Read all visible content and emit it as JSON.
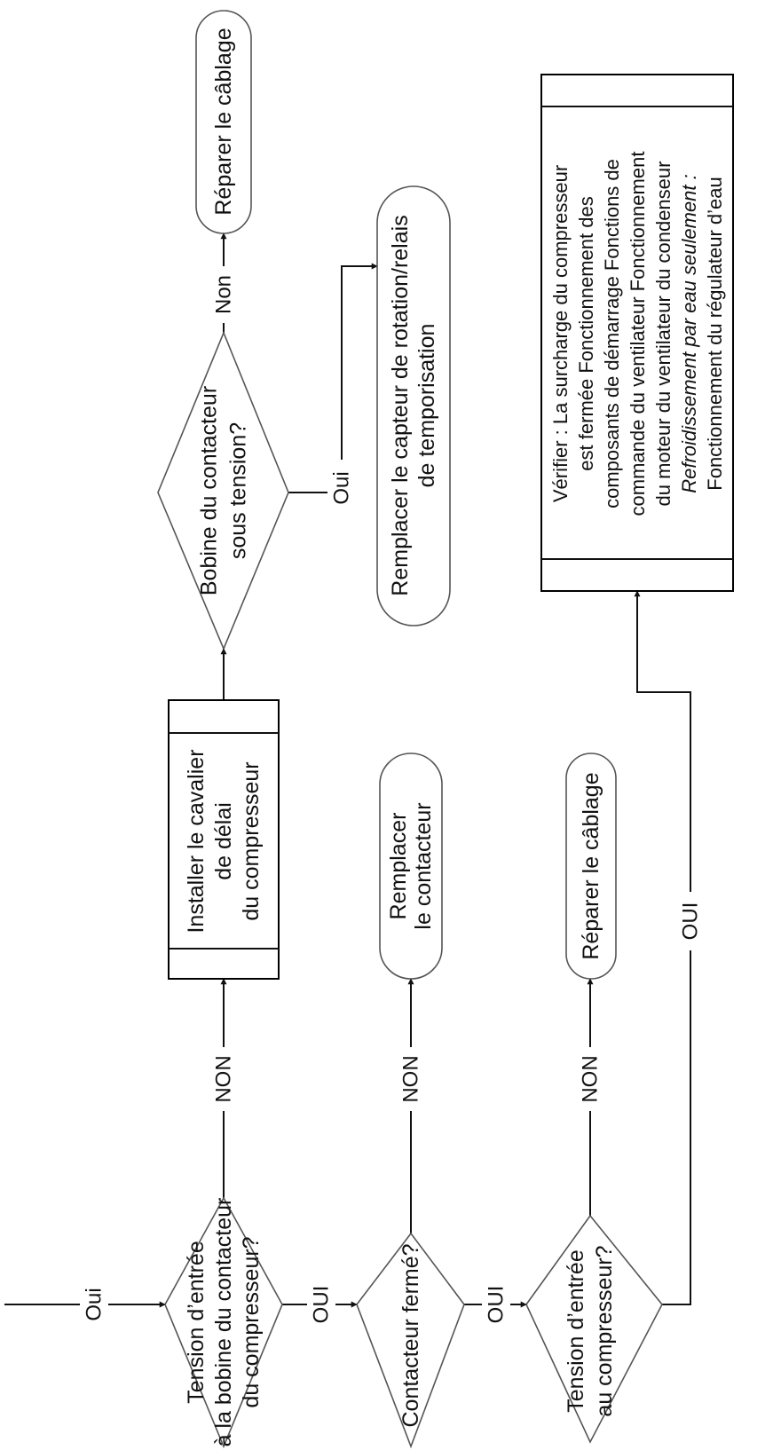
{
  "colors": {
    "line": "#111111",
    "shape_stroke": "#555555",
    "background": "#ffffff"
  },
  "nodes": {
    "d1": [
      "Tension d’entrée",
      "à la bobine du contacteur",
      "du compresseur?"
    ],
    "d2": [
      "Contacteur fermé?"
    ],
    "d3": [
      "Tension d’entrée",
      "au compresseur?"
    ],
    "p1": [
      "Installer le cavalier",
      "de délai",
      "du compresseur"
    ],
    "t1": [
      "Remplacer",
      "le contacteur"
    ],
    "t2": [
      "Réparer le câblage"
    ],
    "d4": [
      "Bobine du contacteur",
      "sous tension?"
    ],
    "t3": [
      "Réparer le câblage"
    ],
    "t4": [
      "Remplacer le capteur de rotation/relais",
      "de temporisation"
    ],
    "p2": [
      "Vérifier : La surcharge du compresseur",
      "est fermée Fonctionnement des",
      "composants de démarrage  Fonctions de",
      "commande du ventilateur Fonctionnement",
      "du moteur du ventilateur du condenseur",
      "Refroidissement par eau seulement :",
      "Fonctionnement du régulateur d’eau"
    ],
    "p2_italic_line": 5
  },
  "edges": {
    "entry": "Oui",
    "d1_d2": "OUI",
    "d2_d3": "OUI",
    "d1_p1": "NON",
    "d2_t1": "NON",
    "d3_t2": "NON",
    "d3_p2": "OUI",
    "d4_t3": "Non",
    "d4_t4": "Oui"
  }
}
